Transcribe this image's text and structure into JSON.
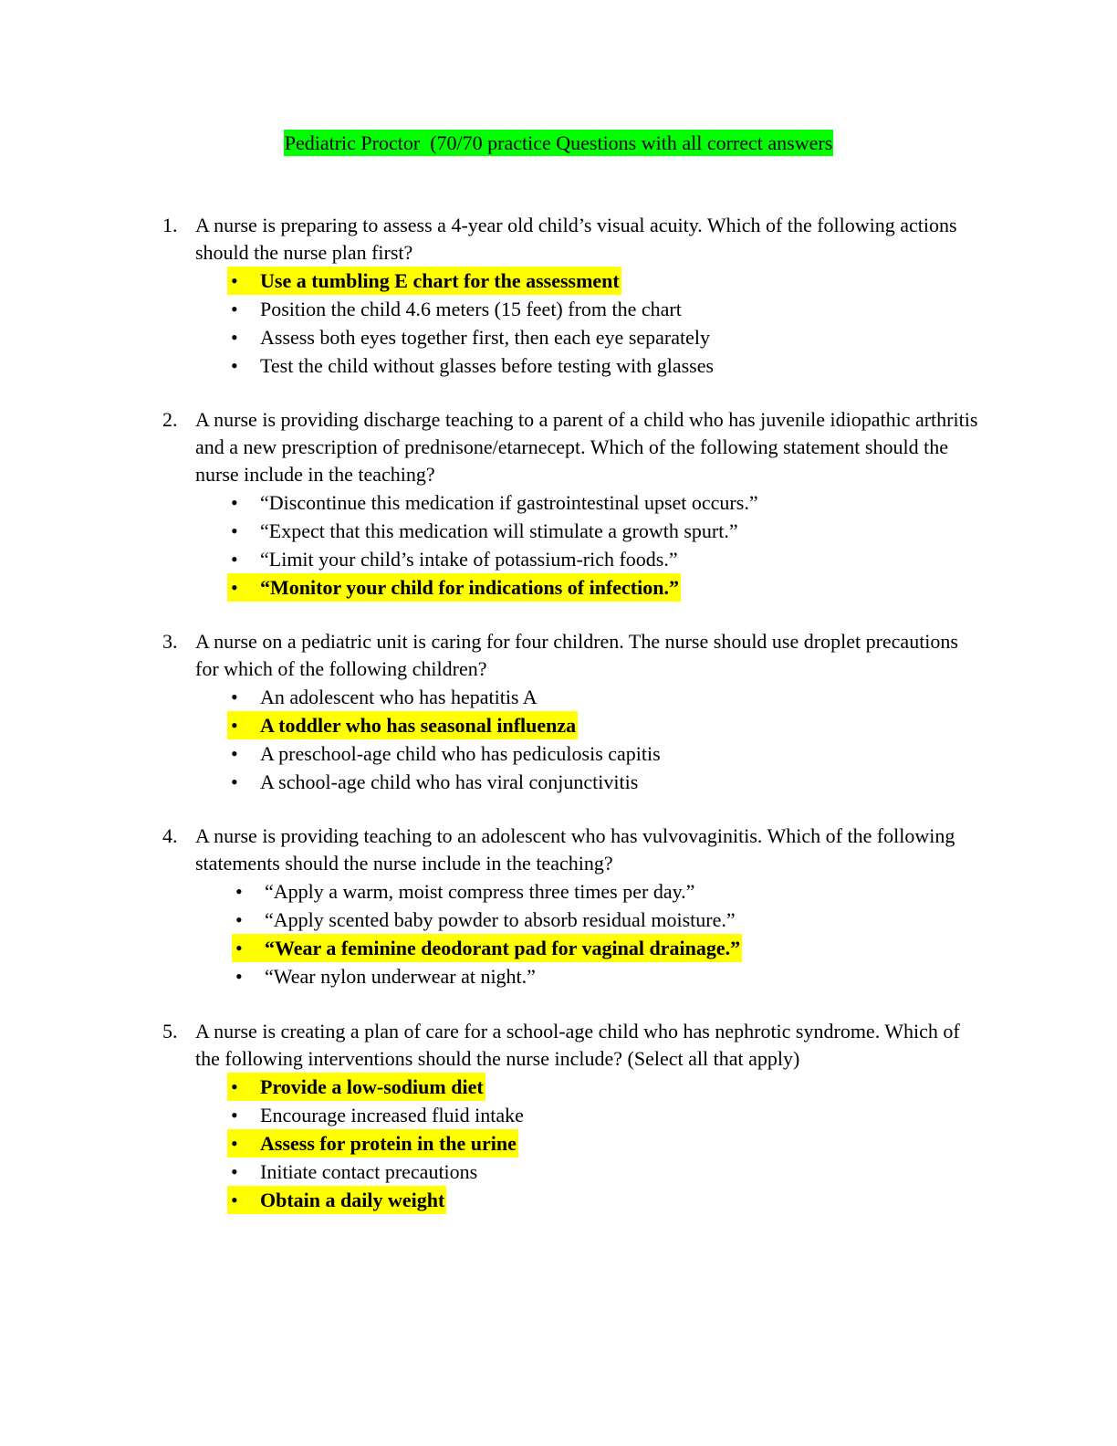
{
  "title": "Pediatric Proctor  (70/70 practice Questions with all correct answers",
  "colors": {
    "title_highlight": "#00ff00",
    "answer_highlight": "#ffff00"
  },
  "questions": [
    {
      "number": "1.",
      "text": "A nurse is preparing to assess a 4-year old child’s visual acuity. Which of the following actions should the nurse plan first?",
      "options": [
        {
          "text": "Use a tumbling E chart for the assessment",
          "correct": true
        },
        {
          "text": "Position the child 4.6 meters (15 feet) from the chart",
          "correct": false
        },
        {
          "text": "Assess both eyes together first, then each eye separately",
          "correct": false
        },
        {
          "text": "Test the child without glasses before testing with glasses",
          "correct": false
        }
      ]
    },
    {
      "number": "2.",
      "text": "A nurse is providing discharge teaching to a parent of a child who has juvenile idiopathic arthritis and a new prescription of prednisone/etarnecept. Which of the following statement should the nurse include in the teaching?",
      "options": [
        {
          "text": "“Discontinue this medication if gastrointestinal upset occurs.”",
          "correct": false
        },
        {
          "text": "“Expect that this medication will stimulate a growth spurt.”",
          "correct": false
        },
        {
          "text": "“Limit your child’s intake of potassium-rich foods.”",
          "correct": false
        },
        {
          "text": "“Monitor your child for indications of infection.”",
          "correct": true
        }
      ]
    },
    {
      "number": "3.",
      "text": "A nurse on a pediatric unit is caring for four children. The nurse should use droplet precautions for which of the following children?",
      "options": [
        {
          "text": "An adolescent who has hepatitis A",
          "correct": false
        },
        {
          "text": "A toddler who has seasonal influenza",
          "correct": true
        },
        {
          "text": "A preschool-age child who has pediculosis capitis",
          "correct": false
        },
        {
          "text": "A school-age child who has viral conjunctivitis",
          "correct": false
        }
      ]
    },
    {
      "number": "4.",
      "text": "A nurse is providing teaching to an adolescent who has vulvovaginitis. Which of the following statements should the nurse include in the teaching?",
      "options": [
        {
          "text": "“Apply a warm, moist compress three times per day.”",
          "correct": false
        },
        {
          "text": "“Apply scented baby powder to absorb residual moisture.”",
          "correct": false
        },
        {
          "text": "“Wear a feminine deodorant pad for vaginal drainage.”",
          "correct": true
        },
        {
          "text": "“Wear nylon underwear at night.”",
          "correct": false
        }
      ]
    },
    {
      "number": "5.",
      "text": "A nurse is creating a plan of care for a school-age child who has nephrotic syndrome. Which of the following interventions should the nurse include? (Select all that apply)",
      "options": [
        {
          "text": "Provide a low-sodium diet",
          "correct": true
        },
        {
          "text": "Encourage increased fluid intake",
          "correct": false
        },
        {
          "text": "Assess for protein in the urine",
          "correct": true
        },
        {
          "text": "Initiate contact precautions",
          "correct": false
        },
        {
          "text": "Obtain a daily weight",
          "correct": true
        }
      ]
    }
  ]
}
